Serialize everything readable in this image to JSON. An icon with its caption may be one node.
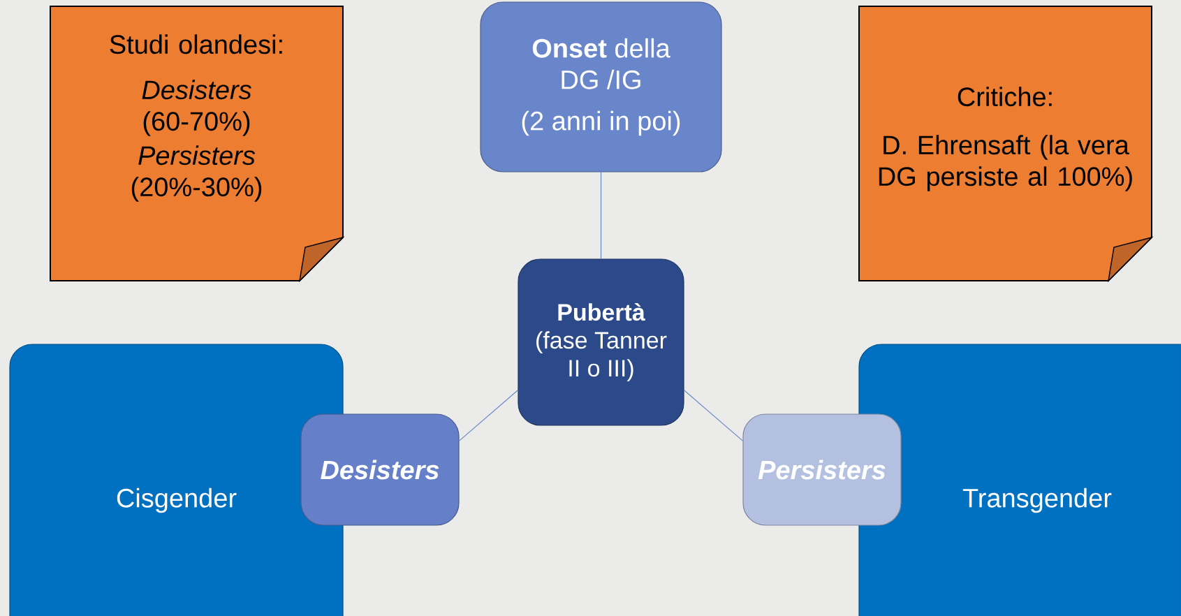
{
  "diagram": {
    "nodes": [
      {
        "text": [
          "Studi olandesi:",
          "*Desisters* (60-70%)",
          "*Persisters* (20%-30%)"
        ]
      },
      {
        "text": [
          "**Onset** della DG /IG",
          "(2 anni in poi)"
        ]
      },
      {
        "text": [
          "Critiche:",
          "D. Ehrensaft (la vera DG persiste al 100%)"
        ]
      },
      {
        "text": [
          "Pubertà",
          "(fase Tanner II o III)"
        ]
      },
      {
        "text": [
          "Cisgender"
        ]
      },
      {
        "text": [
          "Desisters"
        ]
      },
      {
        "text": [
          "Transgender"
        ]
      },
      {
        "text": [
          "Persisters"
        ]
      }
    ],
    "edges": [
      {
        "from": 1,
        "to": 3,
        "arrow": "none"
      },
      {
        "from": 3,
        "to": 5,
        "arrow": "none"
      },
      {
        "from": 3,
        "to": 7,
        "arrow": "none"
      }
    ]
  }
}
